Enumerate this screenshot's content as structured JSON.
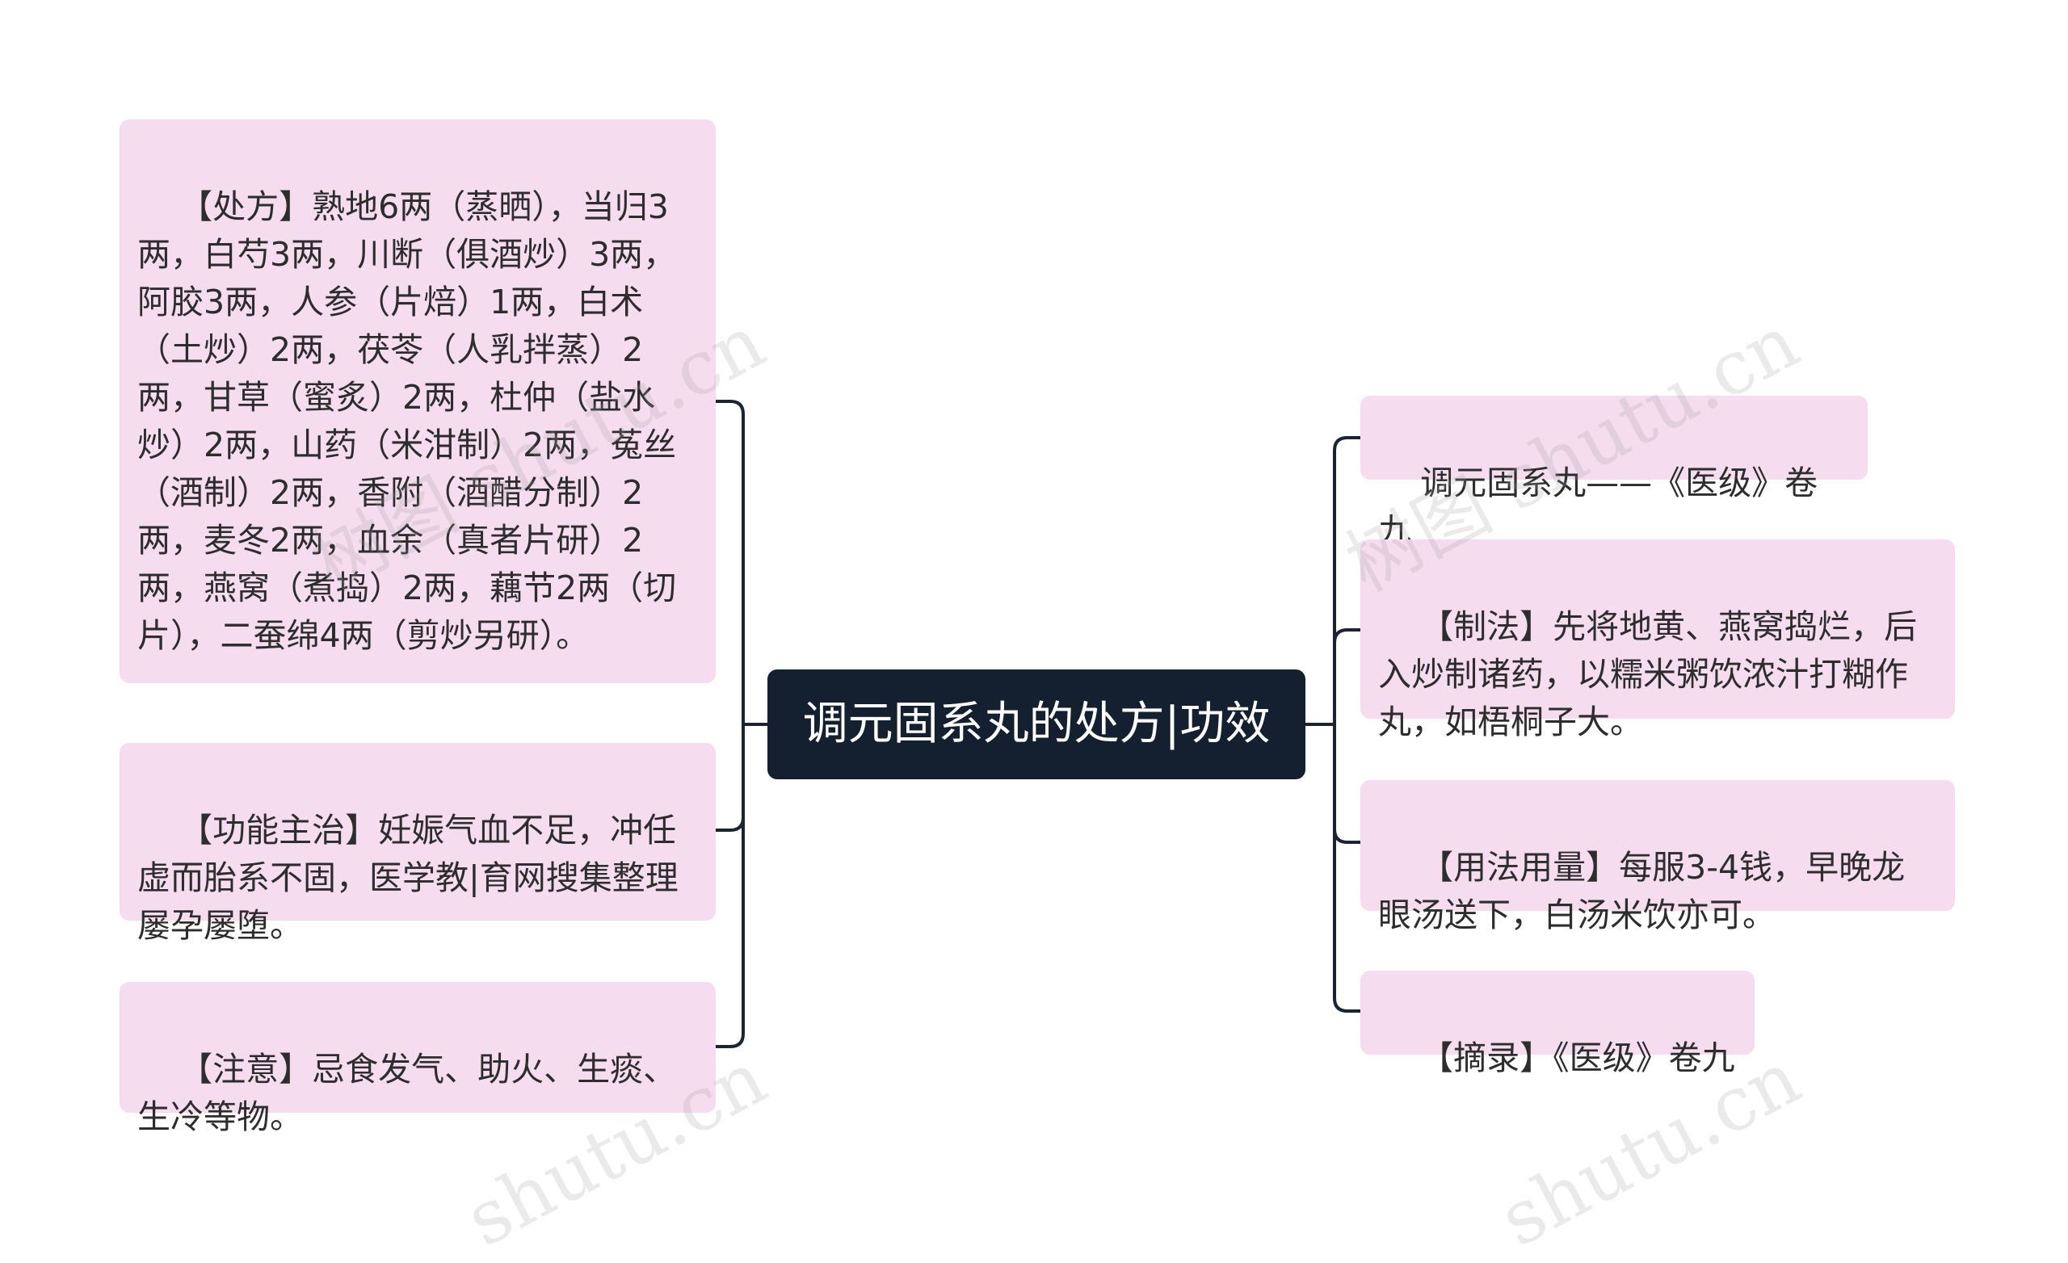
{
  "mindmap": {
    "center": {
      "title": "调元固系丸的处方|功效"
    },
    "left_branches": [
      {
        "text": "【处方】熟地6两（蒸晒），当归3两，白芍3两，川断（俱酒炒）3两，阿胶3两，人参（片焙）1两，白术（土炒）2两，茯苓（人乳拌蒸）2两，甘草（蜜炙）2两，杜仲（盐水炒）2两，山药（米泔制）2两，菟丝（酒制）2两，香附（酒醋分制）2两，麦冬2两，血余（真者片研）2两，燕窝（煮捣）2两，藕节2两（切片），二蚕绵4两（剪炒另研）。"
      },
      {
        "text": "【功能主治】妊娠气血不足，冲任虚而胎系不固，医学教|育网搜集整理屡孕屡堕。"
      },
      {
        "text": "【注意】忌食发气、助火、生痰、生冷等物。"
      }
    ],
    "right_branches": [
      {
        "text": "调元固系丸——《医级》卷九"
      },
      {
        "text": "【制法】先将地黄、燕窝捣烂，后入炒制诸药，以糯米粥饮浓汁打糊作丸，如梧桐子大。"
      },
      {
        "text": "【用法用量】每服3-4钱，早晚龙眼汤送下，白汤米饮亦可。"
      },
      {
        "text": "【摘录】《医级》卷九"
      }
    ]
  },
  "watermarks": [
    "树图 shutu.cn",
    "树图 shutu.cn",
    "shutu.cn",
    "shutu.cn"
  ],
  "colors": {
    "center_bg": "#14202f",
    "node_bg": "#f5dcef",
    "connector": "#1b2430"
  }
}
